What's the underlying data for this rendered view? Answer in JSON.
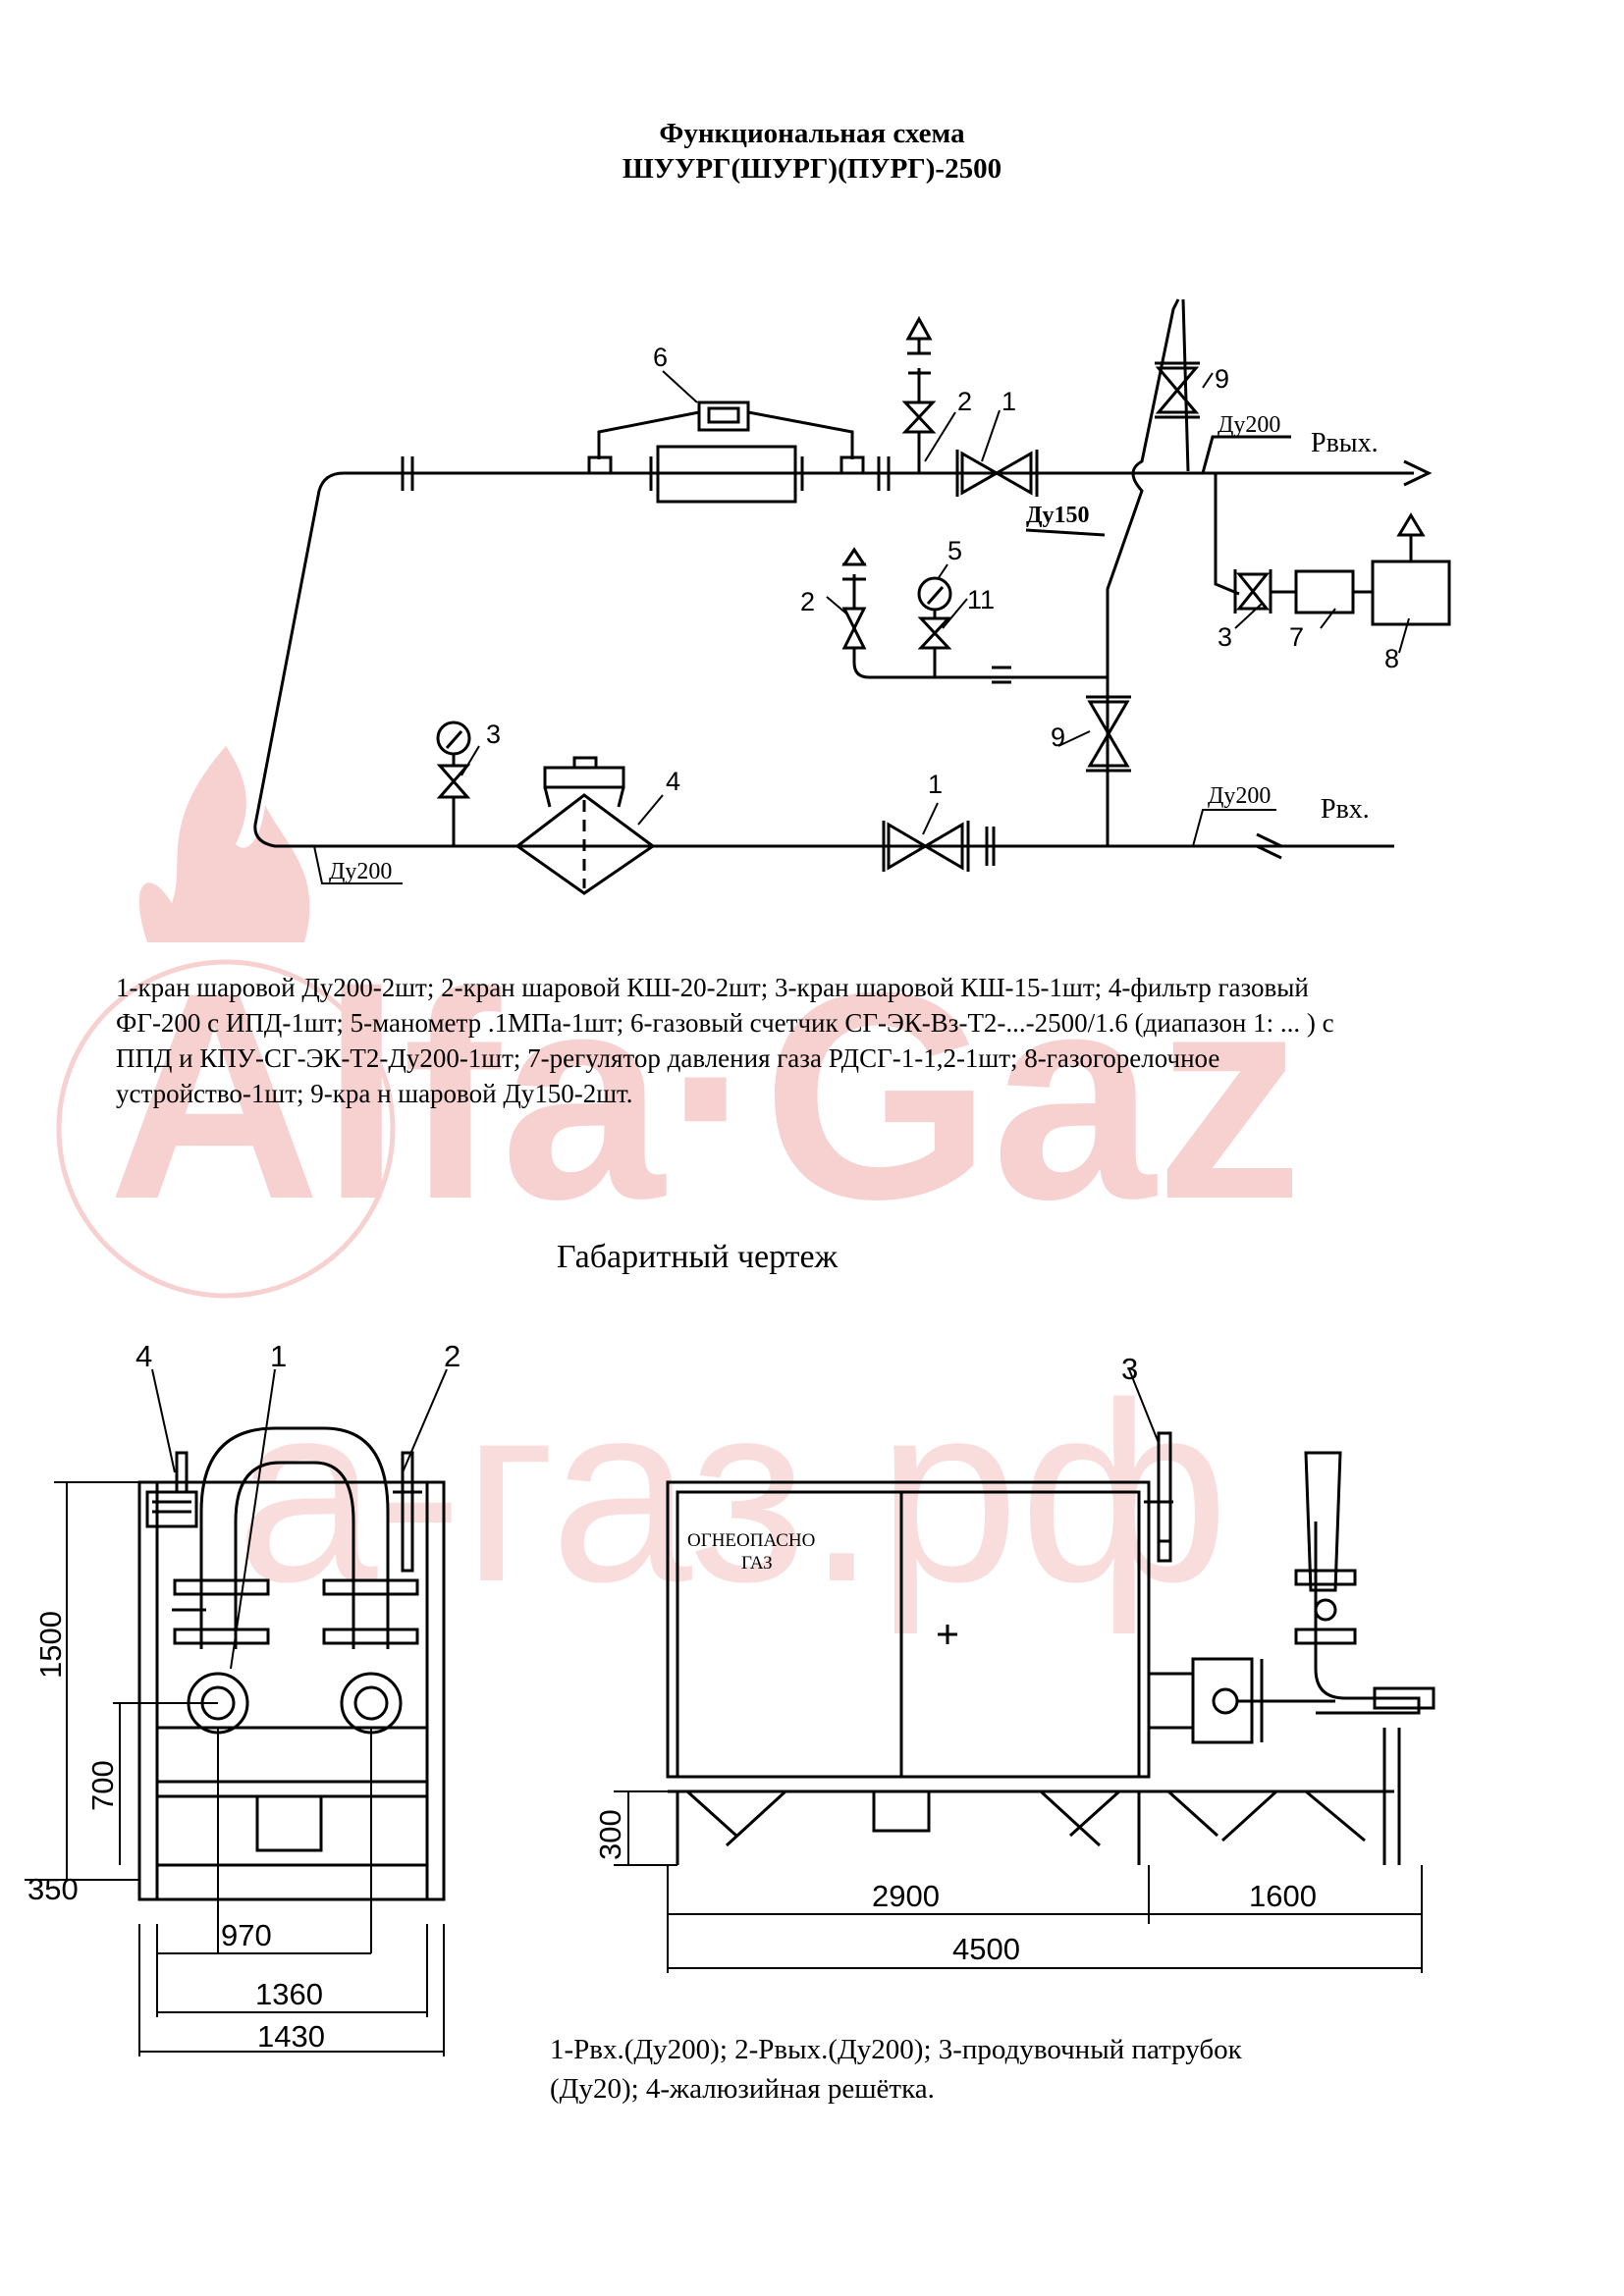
{
  "header": {
    "title_line1": "Функциональная схема",
    "title_line2": "ШУУРГ(ШУРГ)(ПУРГ)-2500"
  },
  "watermark": {
    "brand": "Alfa·Gaz",
    "domain": "а-газ.рф",
    "color": "#f3b9b9"
  },
  "scheme": {
    "labels": {
      "p_out": "Рвых.",
      "p_in": "Рвх.",
      "du200_out": "Ду200",
      "du200_in": "Ду200",
      "du200_bottom": "Ду200",
      "du150": "Ду150"
    },
    "callouts": {
      "n1_top": "1",
      "n2_top": "2",
      "n6": "6",
      "n9_top": "9",
      "n5": "5",
      "n11": "11",
      "n2_mid": "2",
      "n3_right": "3",
      "n7": "7",
      "n8": "8",
      "n9_mid": "9",
      "n3_left": "3",
      "n4": "4",
      "n1_bottom": "1"
    },
    "legend": [
      "1-кран шаровой Ду200-2шт; 2-кран шаровой КШ-20-2шт; 3-кран шаровой КШ-15-1шт; 4-фильтр газовый",
      "ФГ-200 с ИПД-1шт; 5-манометр .1МПа-1шт; 6-газовый счетчик СГ-ЭК-Вз-Т2-...-2500/1.6 (диапазон 1: ... ) с",
      "ППД и КПУ-СГ-ЭК-Т2-Ду200-1шт; 7-регулятор давления газа РДСГ-1-1,2-1шт; 8-газогорелочное",
      "устройство-1шт; 9-кра н шаровой Ду150-2шт."
    ]
  },
  "outline": {
    "title": "Габаритный чертеж",
    "dimensions": {
      "d1500": "1500",
      "d700": "700",
      "d350": "350",
      "d970": "970",
      "d1360": "1360",
      "d1430": "1430",
      "d300": "300",
      "d2900": "2900",
      "d1600": "1600",
      "d4500": "4500"
    },
    "callouts": {
      "n4": "4",
      "n1": "1",
      "n2": "2",
      "n3": "3"
    },
    "door_text_line1": "ОГНЕОПАСНО",
    "door_text_line2": "ГАЗ",
    "legend": [
      "1-Рвх.(Ду200); 2-Рвых.(Ду200); 3-продувочный патрубок",
      "(Ду20); 4-жалюзийная решётка."
    ]
  }
}
